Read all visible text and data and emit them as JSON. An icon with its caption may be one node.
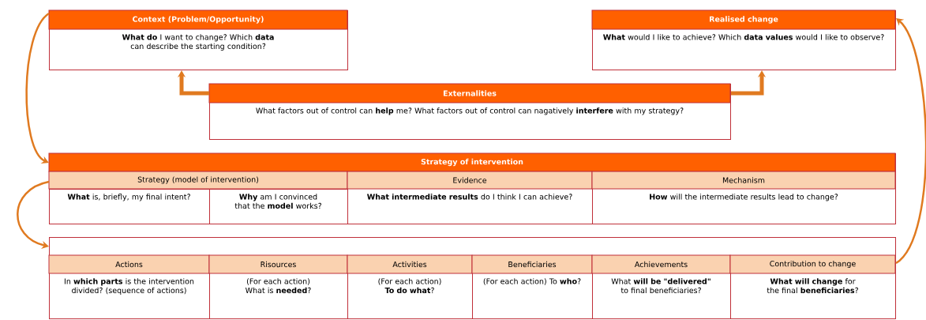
{
  "diagram": {
    "nodes": [
      {
        "text": [
          "Context (Problem/Opportunity)",
          "**What do** I want to change? Which **data** can describe the starting condition?"
        ]
      },
      {
        "text": [
          "Realised change",
          "**What** would I like to achieve? Which **data values** would I like to observe?"
        ]
      },
      {
        "text": [
          "Externalities",
          "What factors out of control can **help** me? What factors out of control can nagatively **interfere** with my strategy?"
        ]
      },
      {
        "text": [
          "Strategy of intervention"
        ]
      },
      {
        "text": [
          "Strategy (model of intervention)"
        ],
        "in": 3
      },
      {
        "text": [
          "**What** is, briefly, my final intent?"
        ],
        "in": 3
      },
      {
        "text": [
          "**Why** am I convinced that the **model** works?"
        ],
        "in": 3
      },
      {
        "text": [
          "Evidence",
          "**What intermediate results** do I think I can achieve?"
        ],
        "in": 3
      },
      {
        "text": [
          "Mechanism",
          "**How** will the intermediate results lead to change?"
        ],
        "in": 3
      },
      {
        "text": [],
        "shape": "box"
      },
      {
        "text": [
          "Actions",
          "In **which parts** is the intervention divided? (sequence of actions)"
        ]
      },
      {
        "text": [
          "Risources",
          "(For each action) What is **needed**?"
        ]
      },
      {
        "text": [
          "Activities",
          "(For each action) **To do what**?"
        ]
      },
      {
        "text": [
          "Beneficiaries",
          "(For each action) To **who**?"
        ]
      },
      {
        "text": [
          "Achievements",
          "What **will be \"delivered\"** to final beneficiaries?"
        ]
      },
      {
        "text": [
          "Contribution to change",
          "**What will change** for the final **beneficiaries**?"
        ]
      }
    ],
    "edges": [
      {
        "from": 0,
        "to": 3,
        "arrow": "to"
      },
      {
        "from": 3,
        "to": 9,
        "arrow": "to"
      },
      {
        "from": 2,
        "to": 0,
        "arrow": "to",
        "style": "thick"
      },
      {
        "from": 2,
        "to": 1,
        "arrow": "to",
        "style": "thick"
      },
      {
        "from": 15,
        "to": 1,
        "arrow": "to"
      }
    ]
  }
}
